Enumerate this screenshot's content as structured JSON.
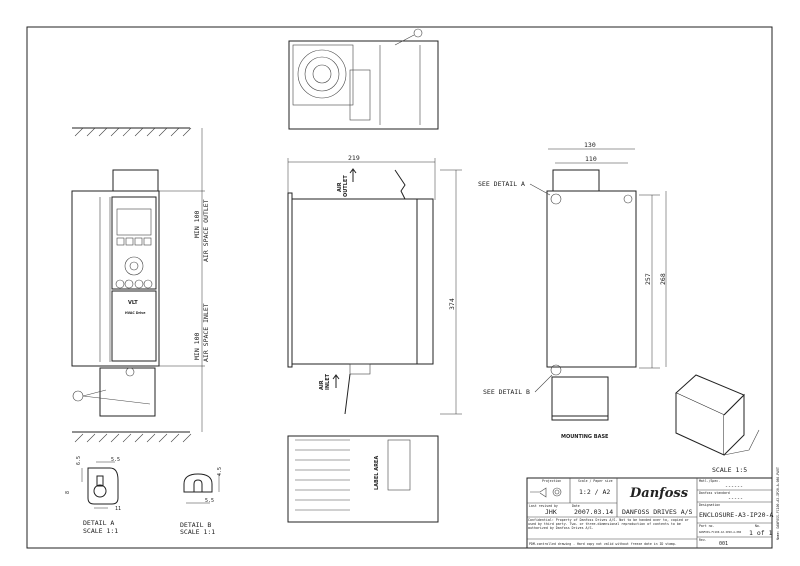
{
  "dimensions": {
    "side_width": "219",
    "side_height": "374",
    "back_width_outer": "130",
    "back_width_inner": "110",
    "back_hole_spacing": "257",
    "back_height": "268",
    "detail_a_top": "6.5",
    "detail_a_width": "5.5",
    "detail_a_height": "8",
    "detail_a_bottom": "11",
    "detail_b_height": "4.5",
    "detail_b_width": "5.5"
  },
  "labels": {
    "air_outlet_1": "AIR",
    "air_outlet_2": "OUTLET",
    "air_inlet_1": "AIR",
    "air_inlet_2": "INLET",
    "min_outlet_1": "MIN 100",
    "min_outlet_2": "AIR SPACE OUTLET",
    "min_inlet_1": "MIN 100",
    "min_inlet_2": "AIR SPACE INLET",
    "see_detail_a": "SEE DETAIL  A",
    "see_detail_b": "SEE DETAIL  B",
    "mounting_base": "MOUNTING BASE",
    "scale_iso": "SCALE  1:5",
    "detail_a_title": "DETAIL  A",
    "detail_a_scale": "SCALE  1:1",
    "detail_b_title": "DETAIL  B",
    "detail_b_scale": "SCALE  1:1",
    "label_area": "LABEL AREA",
    "vlt": "VLT",
    "hvac": "HVAC Drive"
  },
  "title_block": {
    "projection_label": "Projection",
    "scale_label": "Scale / Paper size",
    "scale_value": "1:2 / A2",
    "last_revised_label": "Last revised by",
    "last_revised_value": "JHK",
    "date_label": "Date",
    "date_value": "2007.03.14",
    "company": "DANFOSS DRIVES A/S",
    "logo_text": "Danfoss",
    "confidential": "Confidential: Property of Danfoss Drives A/S. Not to be handed over to, copied or used by third party. Two- or three-dimensional reproduction of contents to be authorized by Danfoss Drives A/S.",
    "pdm_note": "PDM-controlled drawing - Hard copy not valid without freeze date in ID stamp.",
    "matl_spec_label": "Matl./Spec.",
    "matl_spec_value": "------",
    "danfoss_std_label": "Danfoss standard",
    "danfoss_std_value": "-----",
    "designation_label": "Designation",
    "designation_value": "ENCLOSURE-A3-IP20-A",
    "part_no_label": "Part no.",
    "part_no_value": "DANFOSS-FC100-A3-IP20-A-086",
    "sheet_label": "No.",
    "sheet_value": "1 of 1",
    "rev_label": "Rev.",
    "rev_value": "001",
    "side_stamp": "Name: DANFOSS-FC100-A3-IP20-A-086.PART"
  }
}
